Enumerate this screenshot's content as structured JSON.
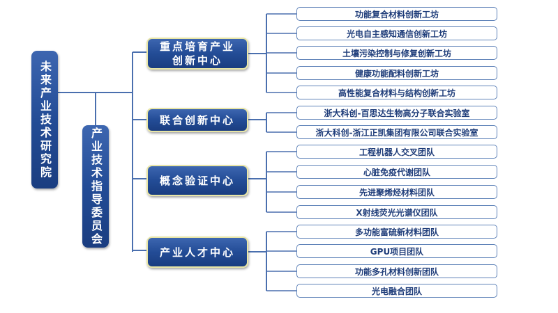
{
  "root": {
    "label": "未来产业技术研究院"
  },
  "committee": {
    "label": "产业技术指导委员会"
  },
  "centers": [
    {
      "label": "重点培育产业创新中心",
      "items": [
        "功能复合材料创新工坊",
        "光电自主感知通信创新工坊",
        "土壤污染控制与修复创新工坊",
        "健康功能配料创新工坊",
        "高性能复合材料与结构创新工坊"
      ]
    },
    {
      "label": "联合创新中心",
      "items": [
        "浙大科创-百思达生物高分子联合实验室",
        "浙大科创-浙江正凯集团有限公司联合实验室"
      ]
    },
    {
      "label": "概念验证中心",
      "items": [
        "工程机器人交叉团队",
        "心脏免疫代谢团队",
        "先进聚烯烃材料团队",
        "X射线荧光光谱仪团队"
      ]
    },
    {
      "label": "产业人才中心",
      "items": [
        "多功能富硫新材料团队",
        "GPU项目团队",
        "功能多孔材料创新团队",
        "光电融合团队"
      ]
    }
  ],
  "colors": {
    "box": "#234c96",
    "line": "#4a6fae",
    "leaf_text": "#1f3d7a",
    "center_border": "#e9e6a6"
  }
}
